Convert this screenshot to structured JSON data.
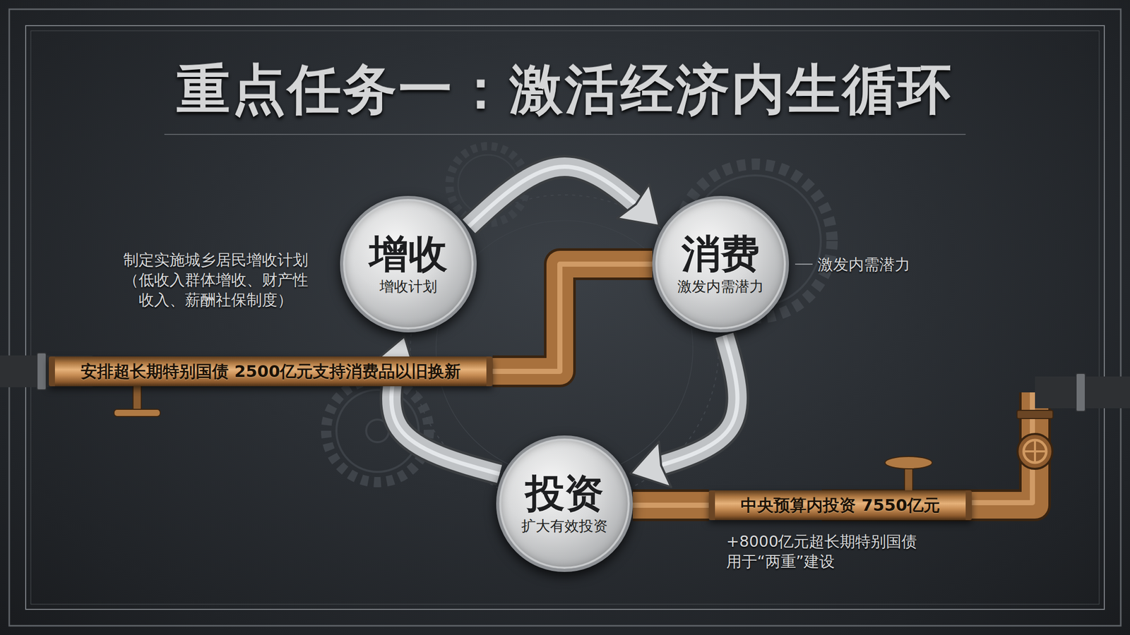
{
  "diagram": {
    "title": "重点任务一：激活经济内生循环",
    "nodes": [
      {
        "text": [
          "增收",
          "增收计划"
        ]
      },
      {
        "text": [
          "消费",
          "激发内需潜力"
        ]
      },
      {
        "text": [
          "投资",
          "扩大有效投资"
        ]
      },
      {
        "text": [
          "安排超长期特别国债 2500亿元支持消费品以旧换新"
        ]
      },
      {
        "text": [
          "中央预算内投资 7550亿元"
        ]
      }
    ],
    "edges": [
      {
        "from": 0,
        "to": 1,
        "arrow": "to"
      },
      {
        "from": 1,
        "to": 2,
        "arrow": "to"
      },
      {
        "from": 2,
        "to": 0,
        "arrow": "to"
      },
      {
        "from": 3,
        "to": 1,
        "arrow": "none"
      },
      {
        "from": 2,
        "to": 4,
        "arrow": "none"
      }
    ],
    "labels": [
      "制定实施城乡居民增收计划（低收入群体增收、财产性收入、薪酬社保制度）",
      "激发内需潜力",
      "+8000亿元超长期特别国债 用于“两重”建设"
    ]
  }
}
